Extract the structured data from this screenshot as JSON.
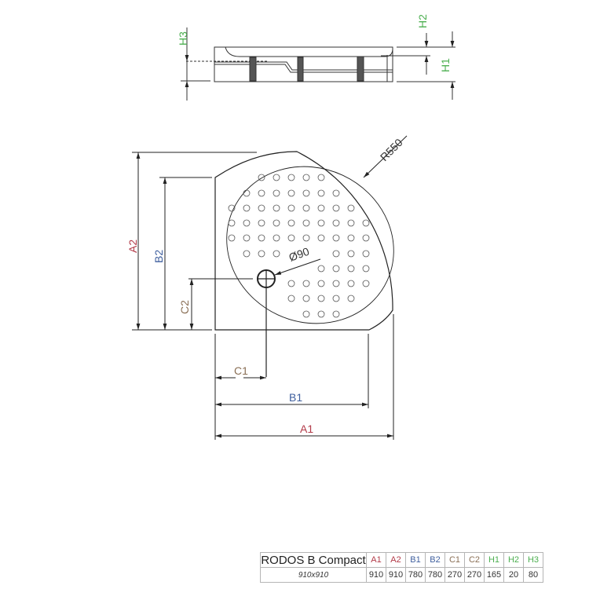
{
  "colors": {
    "a": "#b23a48",
    "b": "#3f5f9e",
    "c": "#8a6f55",
    "h": "#4caf50",
    "line": "#2a2a2a"
  },
  "diagram": {
    "labels": {
      "H1": "H1",
      "H2": "H2",
      "H3": "H3",
      "A1": "A1",
      "A2": "A2",
      "B1": "B1",
      "B2": "B2",
      "C1": "C1",
      "C2": "C2",
      "radius": "R550",
      "drain": "Ø90"
    }
  },
  "table": {
    "model": "RODOS B Compact",
    "size": "910x910",
    "headers": [
      "A1",
      "A2",
      "B1",
      "B2",
      "C1",
      "C2",
      "H1",
      "H2",
      "H3"
    ],
    "values": [
      "910",
      "910",
      "780",
      "780",
      "270",
      "270",
      "165",
      "20",
      "80"
    ]
  }
}
